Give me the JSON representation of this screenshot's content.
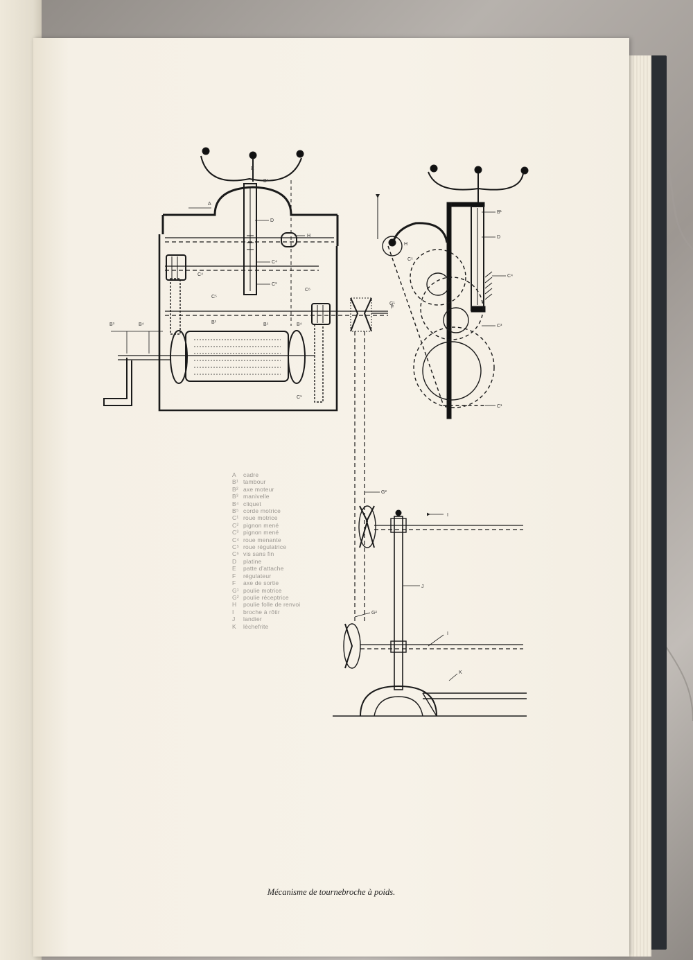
{
  "caption": "Mécanisme de tournebroche à poids.",
  "labels": {
    "A": "A",
    "B1": "B¹",
    "B2": "B²",
    "B3": "B³",
    "B4": "B⁴",
    "B5": "B⁵",
    "C1": "C¹",
    "C2": "C²",
    "C3": "C³",
    "C4": "C⁴",
    "C5": "C⁵",
    "C6": "C⁶",
    "D": "D",
    "E": "E",
    "F": "F",
    "G1": "G¹",
    "G2": "G²",
    "H": "H",
    "I": "I",
    "J": "J",
    "K": "K"
  },
  "legend": [
    {
      "key": "A",
      "text": "cadre"
    },
    {
      "key": "B¹",
      "text": "tambour"
    },
    {
      "key": "B²",
      "text": "axe moteur"
    },
    {
      "key": "B³",
      "text": "manivelle"
    },
    {
      "key": "B⁴",
      "text": "cliquet"
    },
    {
      "key": "B⁵",
      "text": "corde motrice"
    },
    {
      "key": "C¹",
      "text": "roue motrice"
    },
    {
      "key": "C²",
      "text": "pignon mené"
    },
    {
      "key": "C³",
      "text": "pignon mené"
    },
    {
      "key": "C⁴",
      "text": "roue menante"
    },
    {
      "key": "C⁵",
      "text": "roue régulatrice"
    },
    {
      "key": "C⁶",
      "text": "vis sans fin"
    },
    {
      "key": "D",
      "text": "platine"
    },
    {
      "key": "E",
      "text": "patte d'attache"
    },
    {
      "key": "F",
      "text": "régulateur"
    },
    {
      "key": "F",
      "text": "axe de sortie"
    },
    {
      "key": "G¹",
      "text": "poulie motrice"
    },
    {
      "key": "G²",
      "text": "poulie réceptrice"
    },
    {
      "key": "H",
      "text": "poulie folle de renvoi"
    },
    {
      "key": "I",
      "text": "broche à rôtir"
    },
    {
      "key": "J",
      "text": "landier"
    },
    {
      "key": "K",
      "text": "lèchefrite"
    }
  ]
}
